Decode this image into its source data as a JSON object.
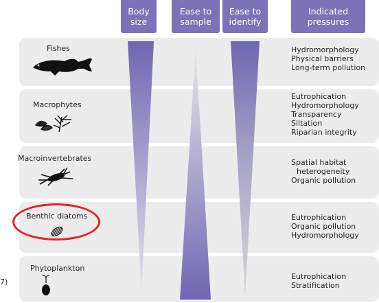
{
  "headers": {
    "body_size": "Body\nsize",
    "ease_sample": "Ease to\nsample",
    "ease_identify": "Ease to\nidentify",
    "pressures": "Indicated\npressures"
  },
  "groups": [
    {
      "name": "Fishes",
      "pressures": [
        "Hydromorphology",
        "Physical barriers",
        "Long-term pollution"
      ]
    },
    {
      "name": "Macrophytes",
      "pressures": [
        "Eutrophication",
        "Hydromorphology",
        "Transparency",
        "Siltation",
        "Riparian integrity"
      ]
    },
    {
      "name": "Macroinvertebrates",
      "pressures": [
        "Spatial habitat",
        "heterogeneity",
        "Organic pollution"
      ]
    },
    {
      "name": "Benthic diatoms",
      "pressures": [
        "Eutrophication",
        "Organic pollution",
        "Hydromorphology"
      ]
    },
    {
      "name": "Phytoplankton",
      "pressures": [
        "Eutrophication",
        "Stratification"
      ]
    }
  ],
  "edge_text": "7)",
  "colors": {
    "accent": "#7b72b8",
    "band": "#ececec",
    "highlight": "#e0242a"
  },
  "icons": [
    "fish-icon",
    "macrophyte-icon",
    "macroinvertebrate-icon",
    "diatom-icon",
    "phytoplankton-icon"
  ]
}
